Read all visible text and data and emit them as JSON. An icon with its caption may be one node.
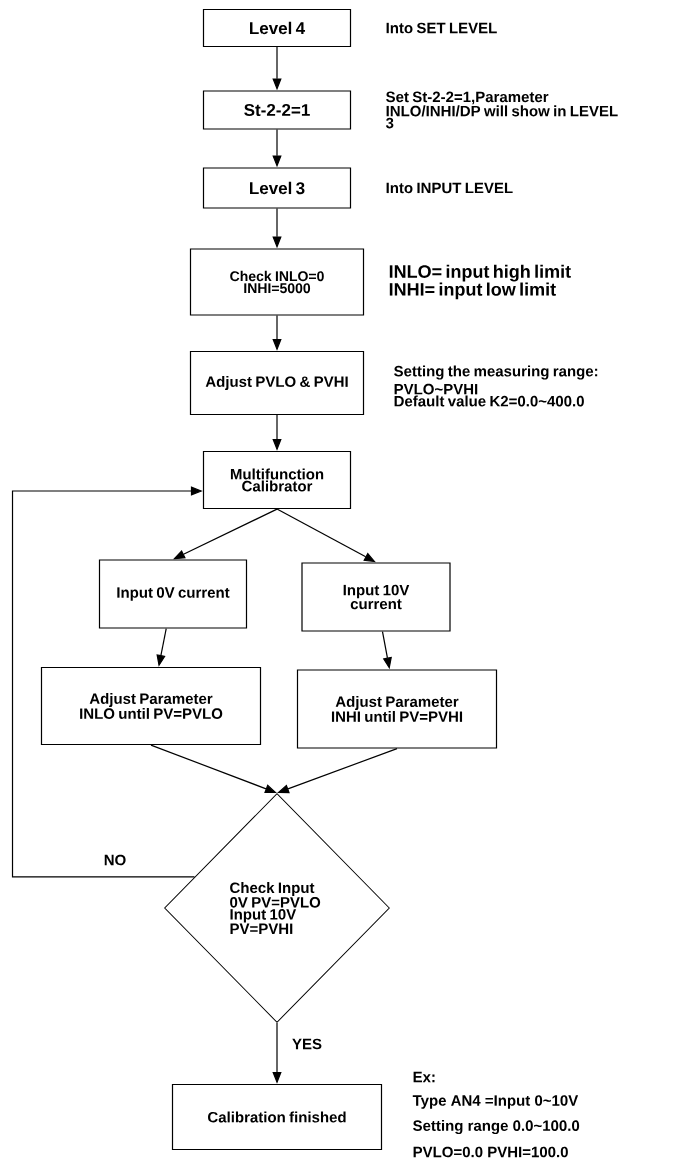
{
  "diagram": {
    "nodes": [
      {
        "text": [
          "Level 4"
        ],
        "beside": [
          "Into SET LEVEL"
        ]
      },
      {
        "text": [
          "St-2-2=1"
        ],
        "beside": [
          "Set St-2-2=1,Parameter INLO/INHI/DP will show in LEVEL 3"
        ]
      },
      {
        "text": [
          "Level 3"
        ],
        "beside": [
          "Into INPUT LEVEL"
        ]
      },
      {
        "text": [
          "Check INLO=0 INHI=5000"
        ],
        "beside": [
          "INLO= input high limit",
          "INHI= input low limit"
        ]
      },
      {
        "text": [
          "Adjust PVLO & PVHI"
        ],
        "beside": [
          "Setting the measuring range: PVLO~PVHI",
          "Default value K2=0.0~400.0"
        ]
      },
      {
        "text": [
          "Multifunction Calibrator"
        ]
      },
      {
        "text": [
          "Input 0V current"
        ]
      },
      {
        "text": [
          "Input 10V current"
        ]
      },
      {
        "text": [
          "Adjust Parameter INLO until PV=PVLO"
        ]
      },
      {
        "text": [
          "Adjust Parameter INHI until PV=PVHI"
        ]
      },
      {
        "text": [
          "Check Input 0V PV=PVLO Input 10V PV=PVHI"
        ]
      },
      {
        "text": [
          "Calibration finished"
        ]
      }
    ],
    "edges": [
      {
        "from": 0,
        "to": 1,
        "arrow": "to"
      },
      {
        "from": 1,
        "to": 2,
        "arrow": "to"
      },
      {
        "from": 2,
        "to": 3,
        "arrow": "to"
      },
      {
        "from": 3,
        "to": 4,
        "arrow": "to"
      },
      {
        "from": 4,
        "to": 5,
        "arrow": "to"
      },
      {
        "from": 5,
        "to": 6,
        "arrow": "to"
      },
      {
        "from": 5,
        "to": 7,
        "arrow": "to"
      },
      {
        "from": 6,
        "to": 8,
        "arrow": "to"
      },
      {
        "from": 7,
        "to": 9,
        "arrow": "to"
      },
      {
        "from": 8,
        "to": 10,
        "arrow": "to"
      },
      {
        "from": 9,
        "to": 10,
        "arrow": "to"
      },
      {
        "from": 10,
        "to": 5,
        "arrow": "to",
        "label": "NO"
      },
      {
        "from": 10,
        "to": 11,
        "arrow": "to",
        "label": "YES"
      }
    ],
    "labels": [
      "Ex:",
      "Type AN4 =Input 0~10V",
      "Setting range 0.0~100.0",
      "PVLO=0.0   PVHI=100.0"
    ]
  }
}
